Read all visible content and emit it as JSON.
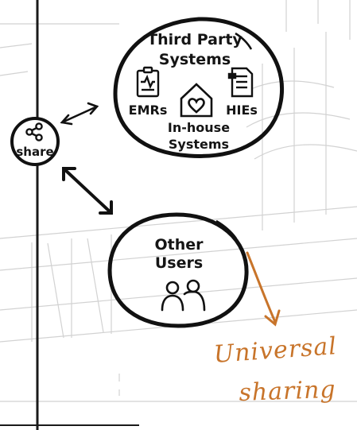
{
  "share": {
    "label": "share"
  },
  "third_party": {
    "title_line1": "Third Party",
    "title_line2": "Systems",
    "emrs": "EMRs",
    "hies": "HIEs",
    "inhouse_line1": "In-house",
    "inhouse_line2": "Systems"
  },
  "other_users": {
    "line1": "Other",
    "line2": "Users"
  },
  "annotation": {
    "line1": "Universal",
    "line2": "sharing"
  },
  "colors": {
    "ink": "#151515",
    "accent": "#c8742a",
    "sketch": "#cfcfcf"
  }
}
